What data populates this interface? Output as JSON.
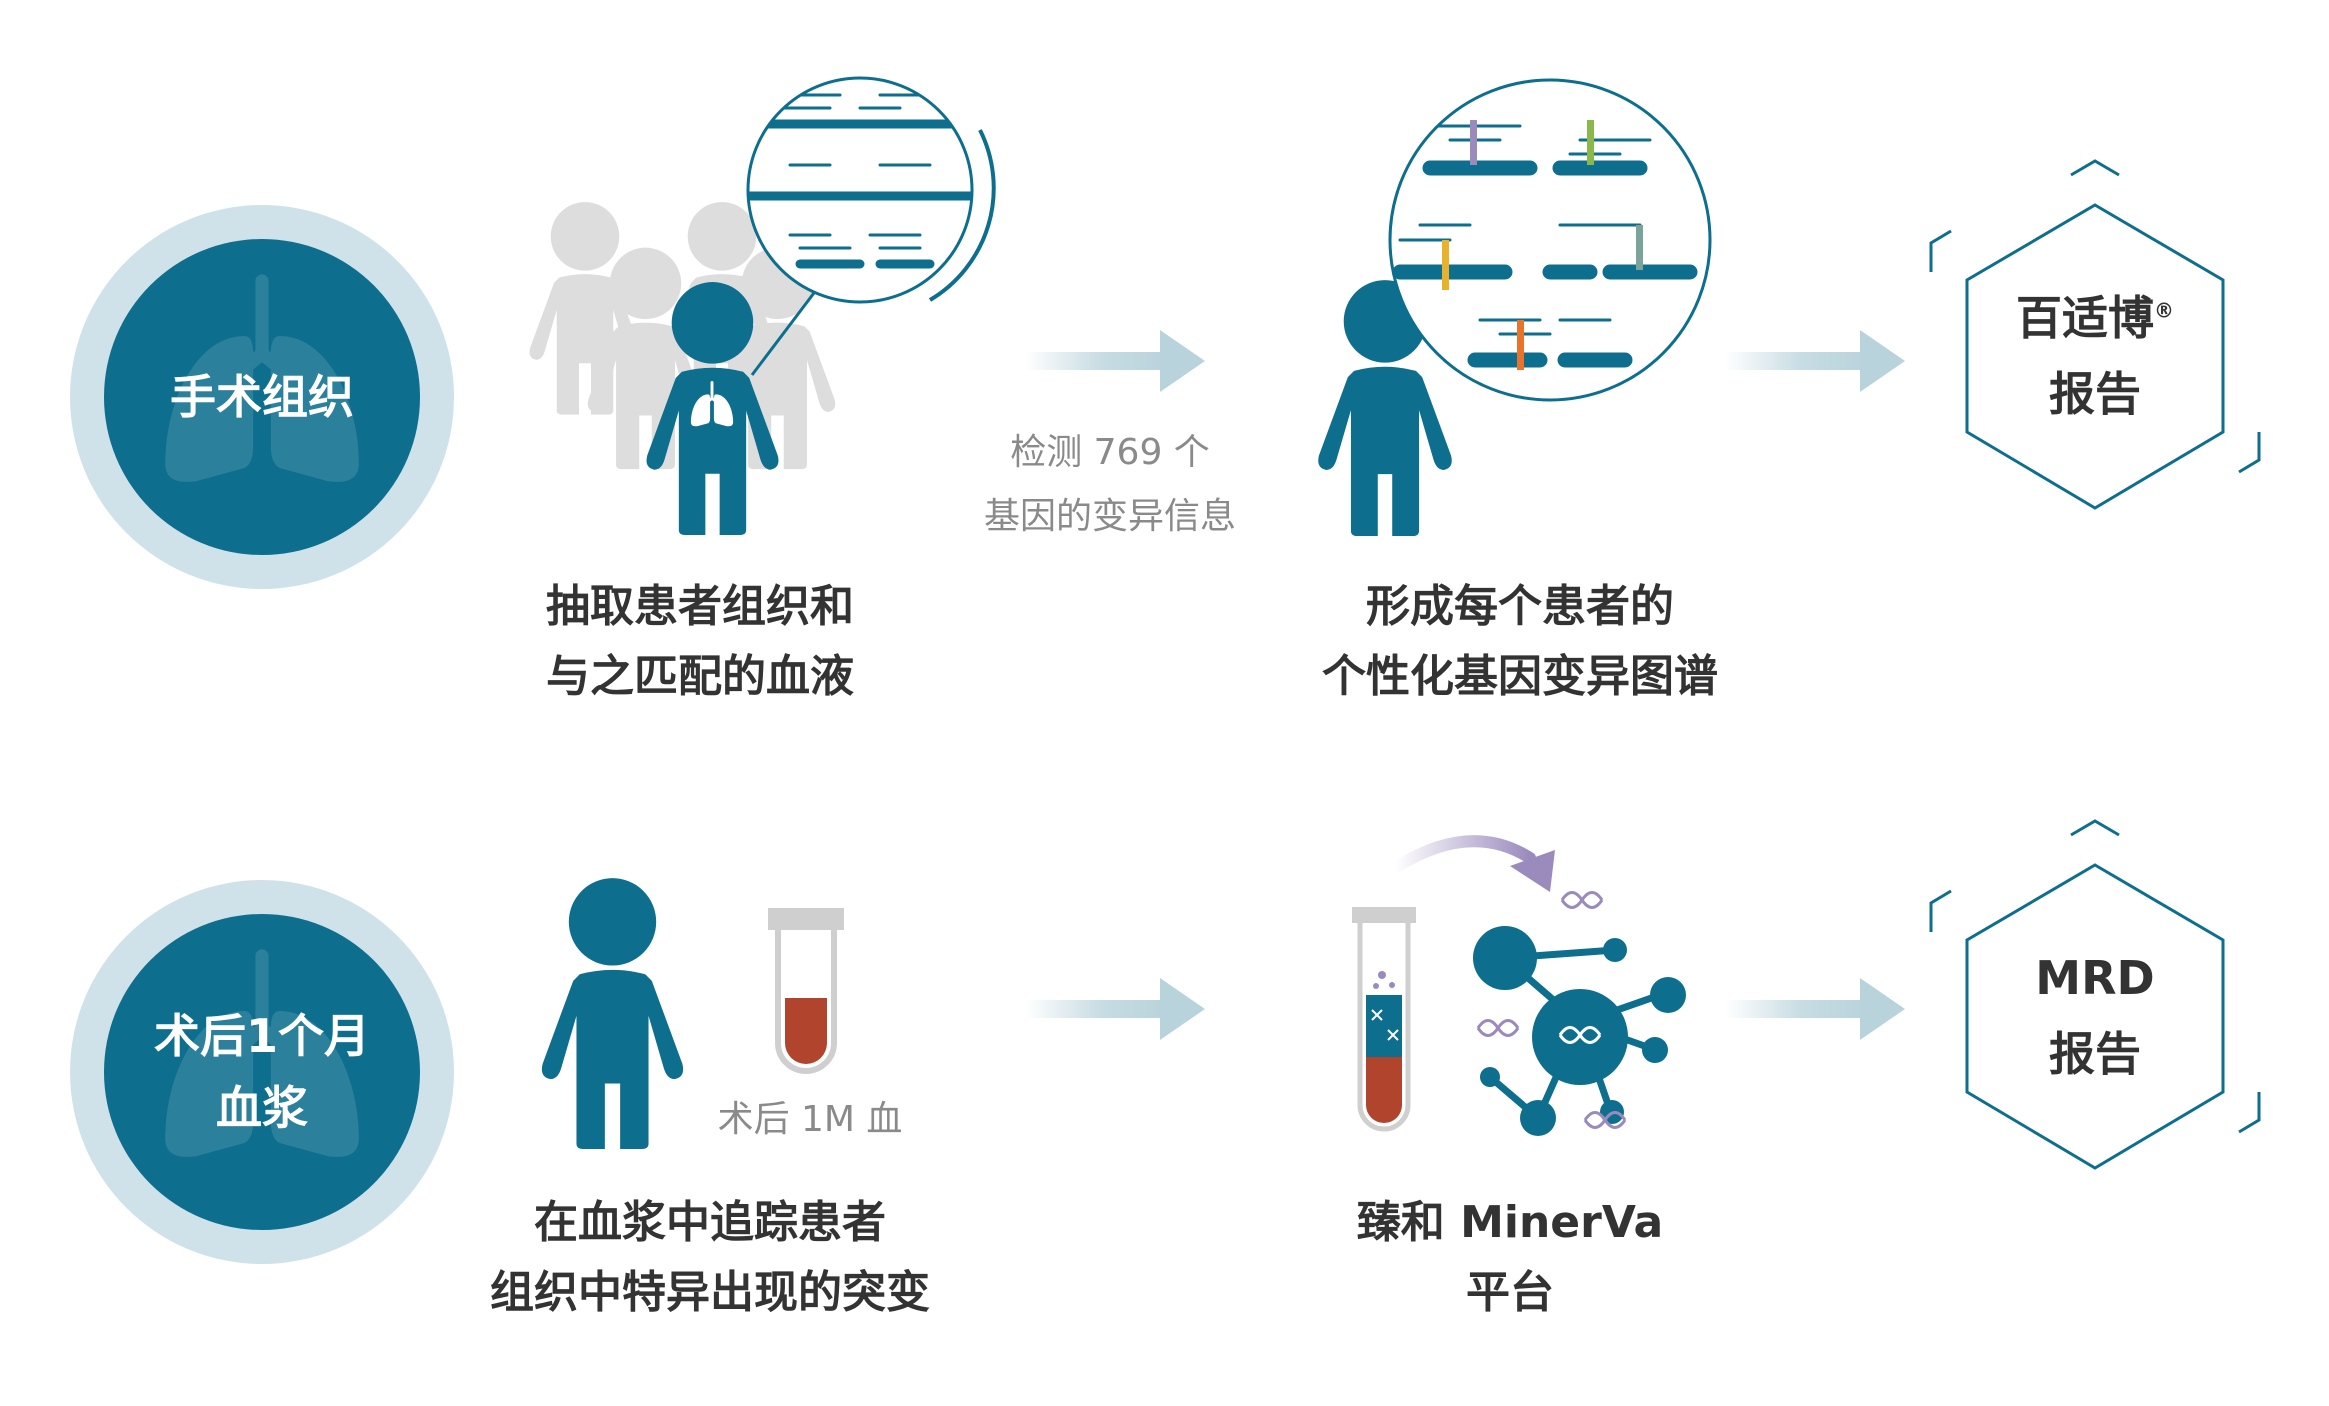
{
  "colors": {
    "teal": "#0d6e8e",
    "teal_dark": "#0c5f7c",
    "ring": "#cfe2ea",
    "gray_person": "#d4d4d4",
    "arrow": "#b9d3dc",
    "blood": "#b0442c",
    "purple": "#9b8bbd",
    "text_dark": "#333333",
    "text_gray": "#8a8a8a"
  },
  "rows": [
    {
      "circle": {
        "lines": [
          "手术组织"
        ]
      },
      "step1": {
        "caption_lines": [
          "抽取患者组织和",
          "与之匹配的血液"
        ]
      },
      "arrow_note_lines": [
        "检测 769 个",
        "基因的变异信息"
      ],
      "step2": {
        "caption_lines": [
          "形成每个患者的",
          "个性化基因变异图谱"
        ]
      },
      "report": {
        "brand": "百适博",
        "brand_mark": "®",
        "label": "报告"
      }
    },
    {
      "circle": {
        "lines": [
          "术后1个月",
          "血浆"
        ]
      },
      "step1": {
        "caption_lines": [
          "在血浆中追踪患者",
          "组织中特异出现的突变"
        ],
        "tube_label": "术后 1M 血"
      },
      "step2": {
        "caption_lines": [
          "臻和 MinerVa",
          "平台"
        ]
      },
      "report": {
        "title": "MRD",
        "label": "报告"
      }
    }
  ],
  "icons": [
    "lung-icon",
    "person-icon",
    "gene-magnifier-icon",
    "test-tube-icon",
    "dna-icon",
    "molecule-network-icon",
    "curved-arrow-icon",
    "flow-arrow-icon",
    "hexagon-icon"
  ]
}
